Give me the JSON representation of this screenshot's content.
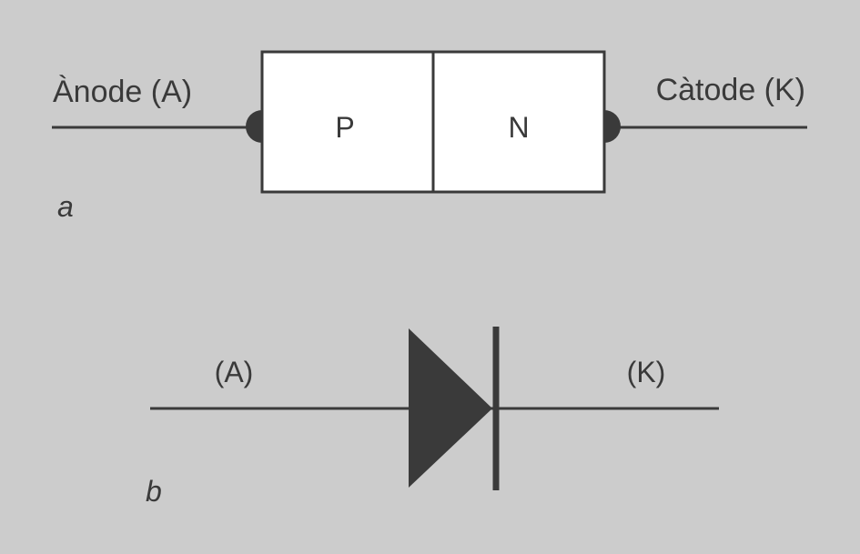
{
  "part_a": {
    "anode_label": "Ànode (A)",
    "cathode_label": "Càtode (K)",
    "p_label": "P",
    "n_label": "N",
    "caption": "a"
  },
  "part_b": {
    "anode_label": "(A)",
    "cathode_label": "(K)",
    "caption": "b"
  },
  "colors": {
    "background": "#cccccc",
    "stroke": "#3a3a3a",
    "box_fill": "#ffffff"
  }
}
